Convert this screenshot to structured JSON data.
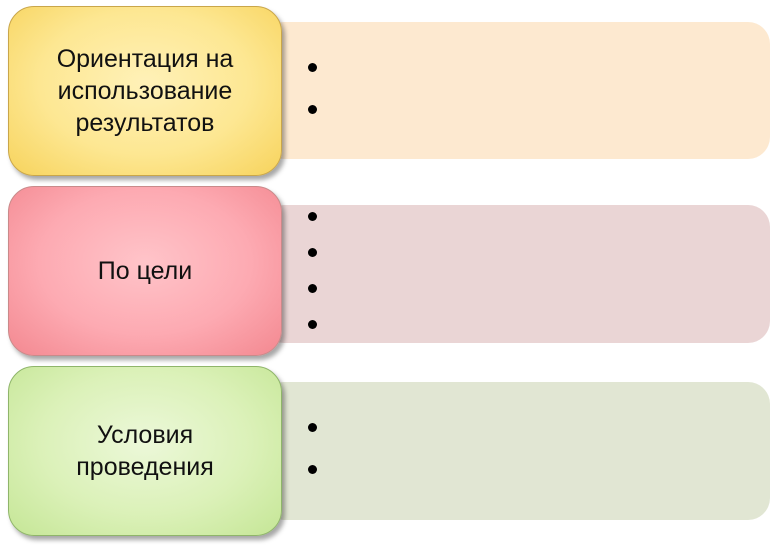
{
  "rows": [
    {
      "label": "Ориентация на\nиспользование\nрезультатов",
      "bullet_count": 2,
      "colors": {
        "box": "#fde792",
        "panel": "#fde9d0"
      }
    },
    {
      "label": "По цели",
      "bullet_count": 4,
      "colors": {
        "box": "#fdaab2",
        "panel": "#ead5d5"
      }
    },
    {
      "label": "Условия\nпроведения",
      "bullet_count": 2,
      "colors": {
        "box": "#dbf1b8",
        "panel": "#e1e6d3"
      }
    }
  ]
}
